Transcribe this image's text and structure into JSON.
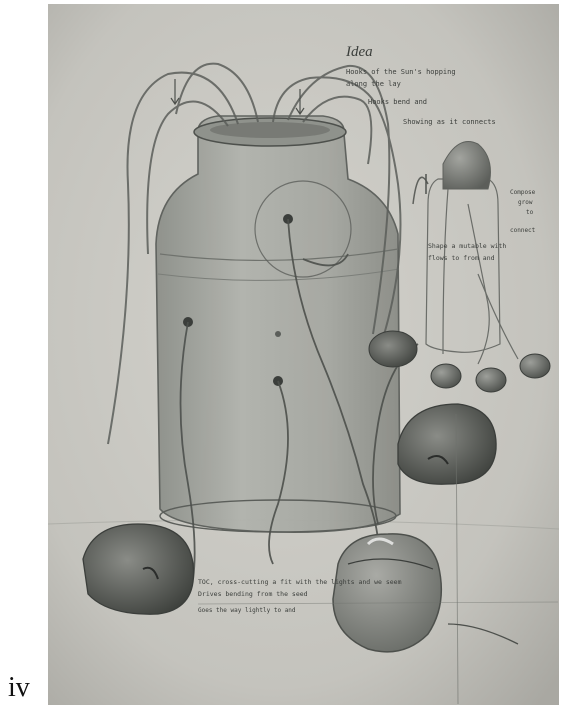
{
  "caption": "iv",
  "sketch": {
    "notes": {
      "top_heading": "Idea",
      "top_lines": [
        "Hooks of the Sun's hopping",
        "along the lay",
        "Hooks bend and",
        "Showing as it connects"
      ],
      "right_middle_lines": [
        "Shape a mutable with",
        "flows to from and"
      ],
      "right_side_lines": [
        "Compose",
        "grow",
        "to",
        "connect"
      ],
      "bottom_lines": [
        "TOC, cross-cutting a fit with the lights and we seem",
        "Drives bending from the seed",
        "Goes the way lightly to and"
      ]
    }
  },
  "colors": {
    "paper": "#c9c7c1",
    "pencil": "#5b5e5a",
    "pencil_dark": "#3b3e3b",
    "jar_fill": "#9ea09a"
  }
}
